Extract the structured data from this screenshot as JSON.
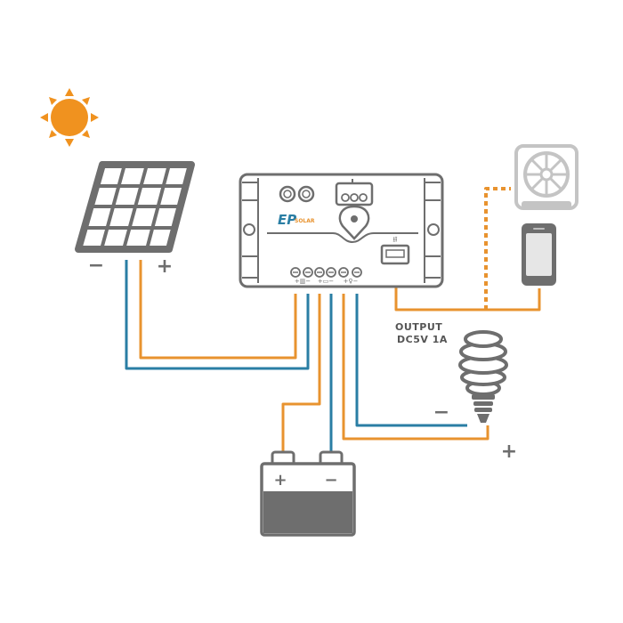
{
  "colors": {
    "orange": "#e8932f",
    "blue": "#2a7ea4",
    "gray": "#707070",
    "light_gray": "#c8c8c8",
    "sun": "#f0921f"
  },
  "panel": {
    "neg_sign": "−",
    "pos_sign": "+"
  },
  "controller": {
    "logo_text": "SOLAR",
    "logo_prefix": "EP",
    "usb_symbol": "⭿"
  },
  "output": {
    "line1": "OUTPUT",
    "line2": "DC5V 1A"
  },
  "battery": {
    "pos_sign": "+",
    "neg_sign": "−"
  },
  "bulb": {
    "neg_sign": "−",
    "pos_sign": "+"
  },
  "icons": {
    "sun": "sun-icon",
    "panel": "solar-panel-icon",
    "controller": "charge-controller-icon",
    "battery": "battery-icon",
    "bulb": "light-bulb-icon",
    "fan": "fan-icon",
    "phone": "phone-icon"
  }
}
